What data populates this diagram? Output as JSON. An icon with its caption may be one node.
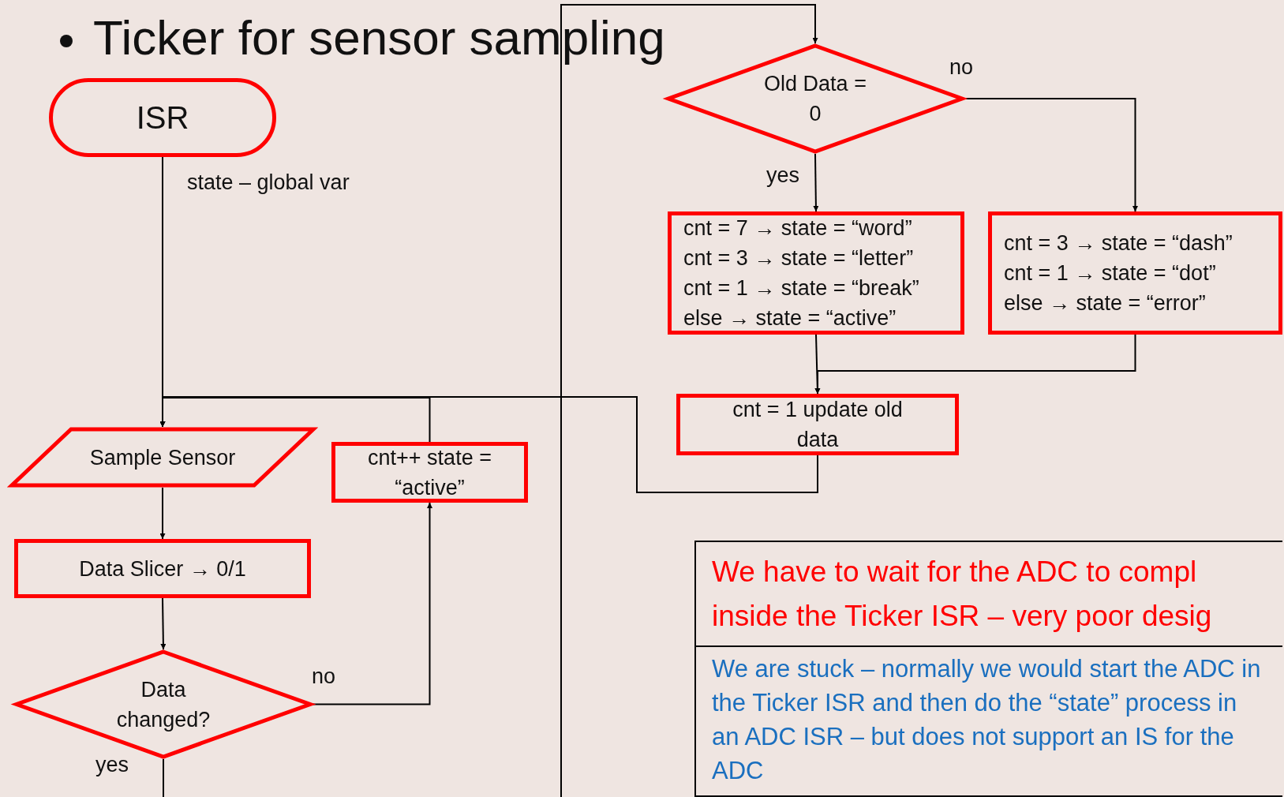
{
  "diagram": {
    "title": "Ticker for sensor sampling",
    "nodes": [
      {
        "text": [
          "ISR"
        ]
      },
      {
        "text": [
          "Sample Sensor"
        ]
      },
      {
        "text": [
          "Data Slicer → 0/1"
        ]
      },
      {
        "text": [
          "Data changed?"
        ]
      },
      {
        "text": [
          "cnt++ state = “active”"
        ]
      },
      {
        "text": [
          "Old Data = 0"
        ]
      },
      {
        "text": [
          "cnt = 7 → state = “word” cnt = 3 → state = “letter” cnt = 1 → state = “break” else → state = “active”"
        ]
      },
      {
        "text": [
          "cnt = 3 → state = “dash” cnt = 1 → state = “dot” else → state = “error”"
        ]
      },
      {
        "text": [
          "cnt = 1 update old data"
        ]
      },
      {
        "text": [
          "We have to wait for the ADC to compl inside the Ticker ISR – very poor desig"
        ]
      },
      {
        "text": [
          "We are stuck – normally we would start the ADC in the Ticker ISR and then do the “state” process in an ADC ISR – but does not support an IS for the ADC"
        ]
      }
    ],
    "edges": [
      {
        "from": 0,
        "to": 1,
        "arrow": "to"
      },
      {
        "from": 1,
        "to": 2,
        "arrow": "to"
      },
      {
        "from": 2,
        "to": 3,
        "arrow": "to"
      },
      {
        "from": 3,
        "to": 4,
        "arrow": "to",
        "label": "no"
      },
      {
        "from": 4,
        "to": 1,
        "arrow": "to"
      },
      {
        "from": 3,
        "to": null,
        "arrow": "none",
        "label": "yes"
      },
      {
        "from": null,
        "to": 5,
        "arrow": "to"
      },
      {
        "from": 5,
        "to": 6,
        "arrow": "to",
        "label": "yes"
      },
      {
        "from": 5,
        "to": 7,
        "arrow": "to",
        "label": "no"
      },
      {
        "from": 6,
        "to": 8,
        "arrow": "to"
      },
      {
        "from": 7,
        "to": 8,
        "arrow": "to"
      },
      {
        "from": 8,
        "to": 1,
        "arrow": "to"
      }
    ],
    "labels": [
      "state – global var"
    ]
  }
}
